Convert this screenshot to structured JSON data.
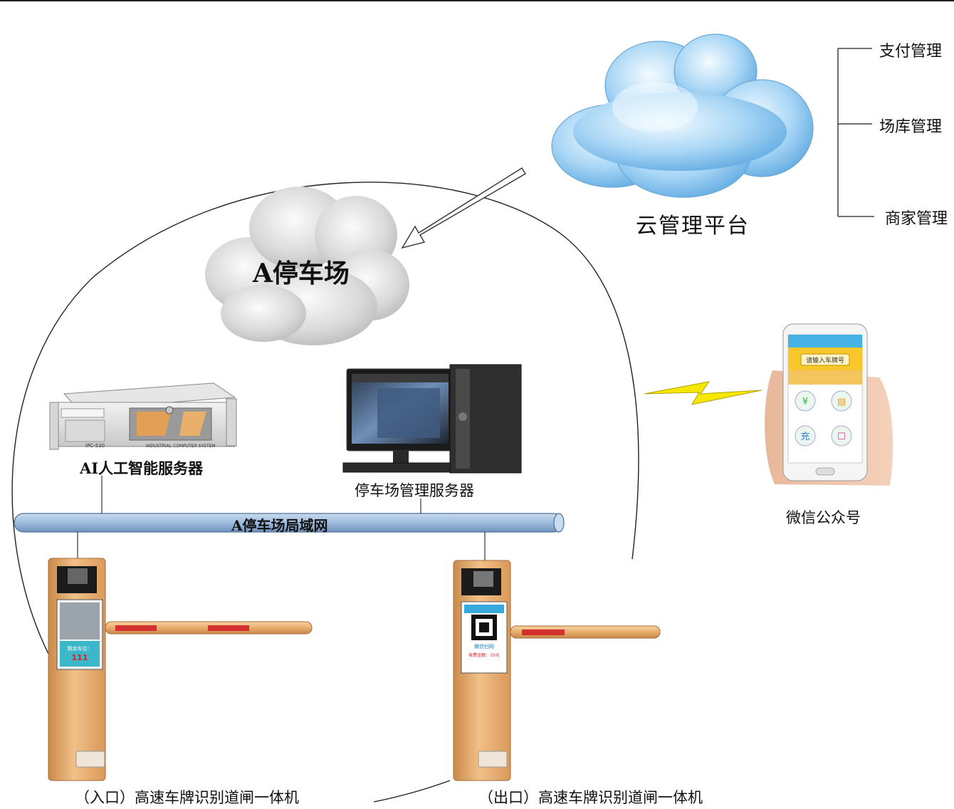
{
  "cloud": {
    "title": "云管理平台",
    "branches": [
      "支付管理",
      "场库管理",
      "商家管理"
    ]
  },
  "parking_lot": {
    "name": "A停车场",
    "lan": "A停车场局域网"
  },
  "servers": {
    "ai_server": "AI人工智能服务器",
    "management_server": "停车场管理服务器",
    "ai_server_front": "IPC-530",
    "ai_server_brand": "INDUSTRIAL COMPUTER SYSTEM"
  },
  "gates": {
    "entrance": "（入口）高速车牌识别道闸一体机",
    "exit": "（出口）高速车牌识别道闸一体机",
    "entrance_screen": {
      "title": "剩余车位：",
      "count": "111"
    },
    "exit_screen": {
      "title": "微信扫码",
      "fee": "收费金额：10元"
    }
  },
  "wechat": {
    "label": "微信公众号",
    "phone_input": "请输入车牌号",
    "phone_icons": [
      "¥",
      "▤",
      "充",
      "☐"
    ]
  },
  "colors": {
    "cloud_blue": "#7fbfee",
    "cloud_gray": "#d4d4d4",
    "lan_blue": "#9dbbdc",
    "gate_orange": "#e8ad6b",
    "lightning": "#f7e600",
    "barrier_red": "#d2312f"
  }
}
